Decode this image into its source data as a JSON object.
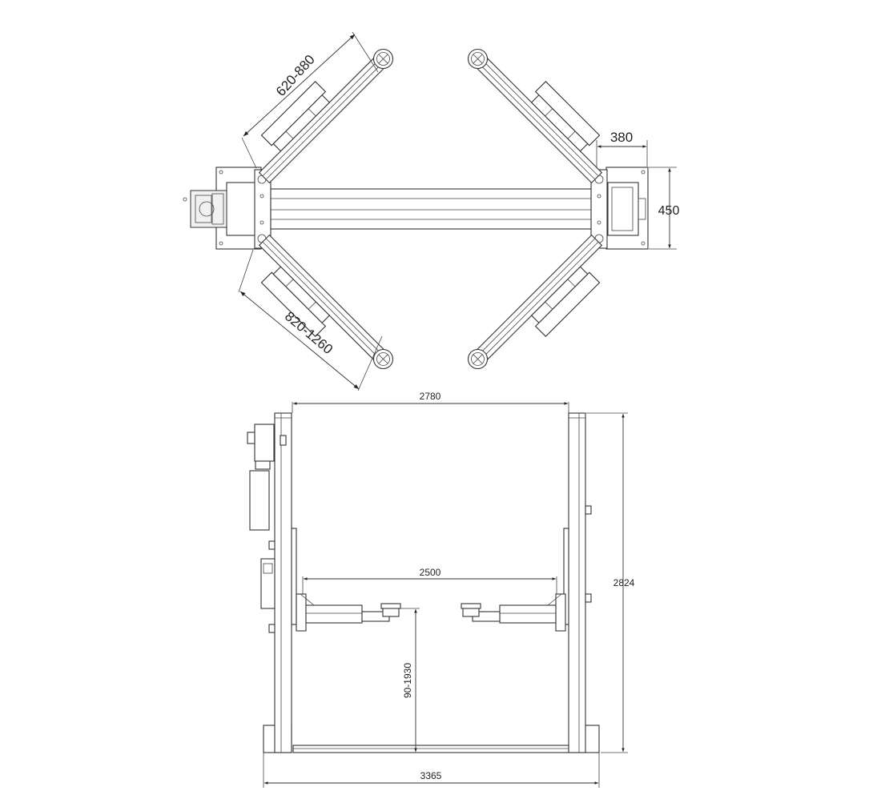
{
  "dimensions": {
    "top_arm_upper": "620-880",
    "top_arm_lower": "820-1260",
    "top_column_width": "380",
    "top_column_depth": "450",
    "front_between_columns": "2780",
    "front_arm_span": "2500",
    "front_lift_height": "90-1930",
    "front_total_height": "2824",
    "front_total_width": "3365"
  },
  "colors": {
    "line": "#333333",
    "background": "#ffffff"
  }
}
